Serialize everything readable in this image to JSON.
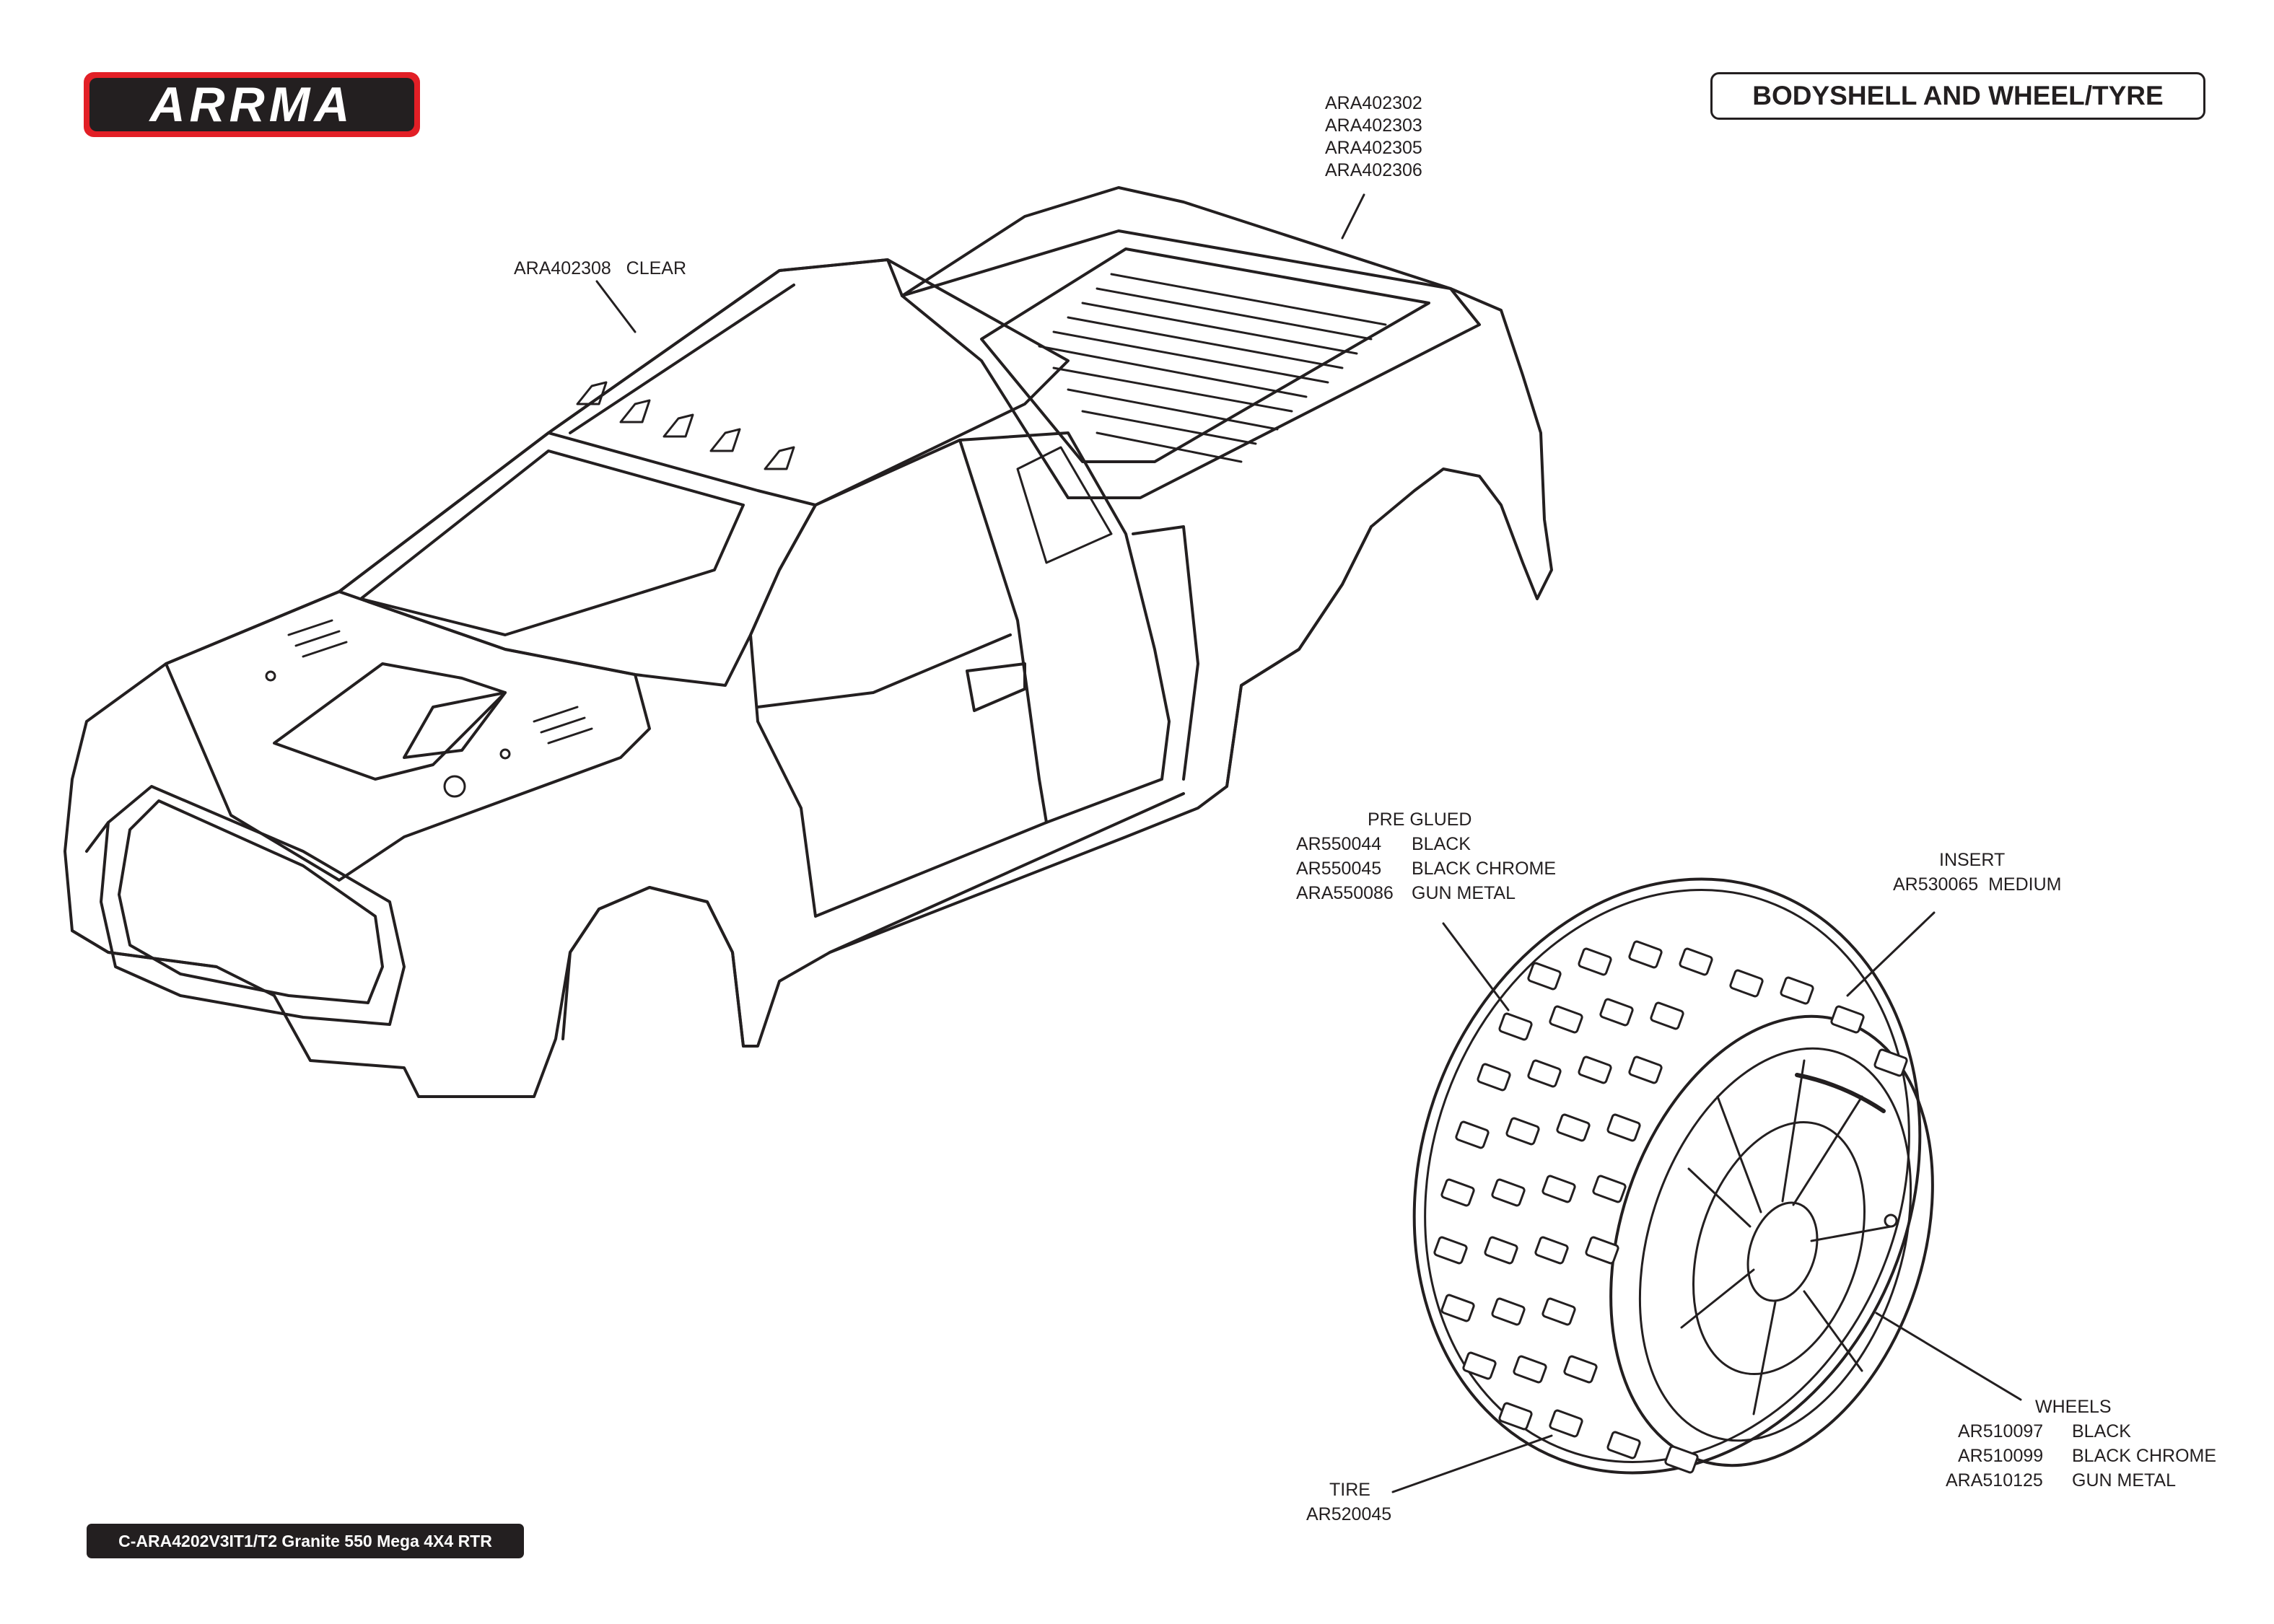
{
  "brand": {
    "logo_text": "ARRMA",
    "color": "#e21f26"
  },
  "page_title": "BODYSHELL AND WHEEL/TYRE",
  "model_label": "C-ARA4202V3IT1/T2 Granite 550 Mega 4X4 RTR",
  "callouts": {
    "bodyshell": {
      "codes": [
        "ARA402302",
        "ARA402303",
        "ARA402305",
        "ARA402306"
      ]
    },
    "clear_shell": {
      "code": "ARA402308",
      "name": "CLEAR"
    },
    "pre_glued": {
      "heading": "PRE GLUED",
      "rows": [
        {
          "code": "AR550044",
          "name": "BLACK"
        },
        {
          "code": "AR550045",
          "name": "BLACK CHROME"
        },
        {
          "code": "ARA550086",
          "name": "GUN METAL"
        }
      ]
    },
    "insert": {
      "heading": "INSERT",
      "code": "AR530065",
      "name": "MEDIUM"
    },
    "wheels": {
      "heading": "WHEELS",
      "rows": [
        {
          "code": "AR510097",
          "name": "BLACK"
        },
        {
          "code": "AR510099",
          "name": "BLACK CHROME"
        },
        {
          "code": "ARA510125",
          "name": "GUN METAL"
        }
      ]
    },
    "tire": {
      "heading": "TIRE",
      "code": "AR520045"
    }
  }
}
